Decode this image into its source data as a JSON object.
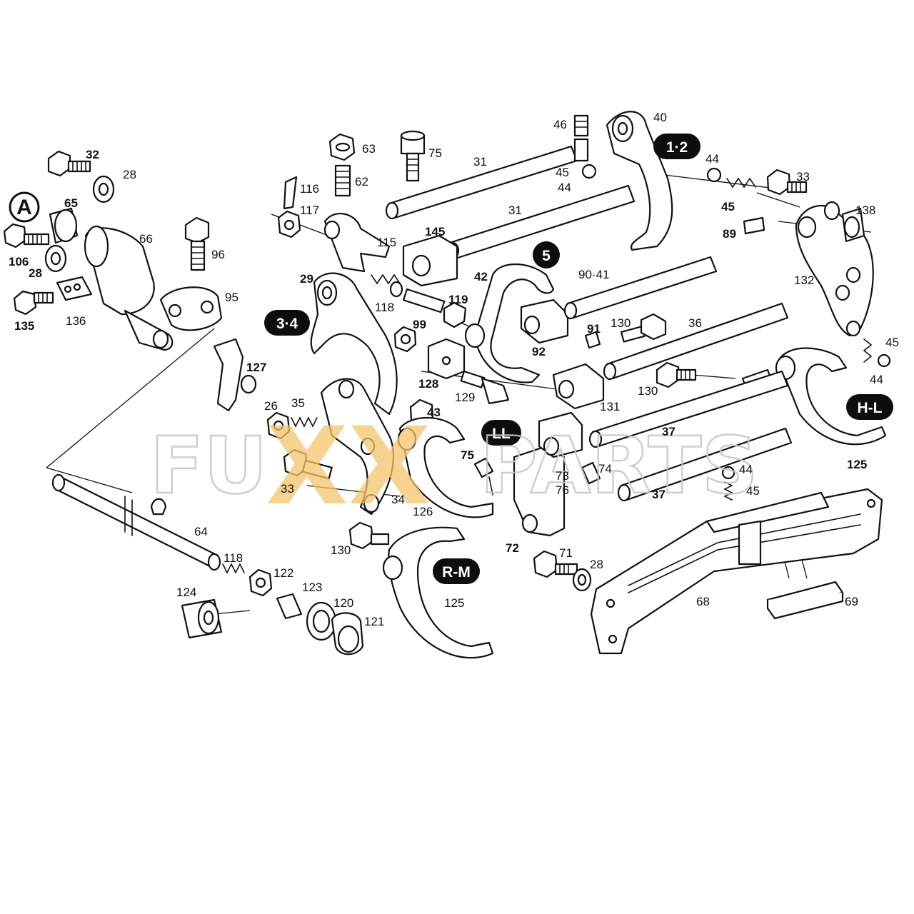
{
  "watermark": {
    "left": "FU",
    "mark": "XX",
    "right": "PARTS",
    "mark_color": "#f3c56b"
  },
  "circle_badges": [
    {
      "id": "A",
      "text": "A"
    },
    {
      "id": "5",
      "text": "5"
    }
  ],
  "gear_badges": [
    {
      "id": "12",
      "text": "1·2"
    },
    {
      "id": "34",
      "text": "3·4"
    },
    {
      "id": "ll",
      "text": "LL"
    },
    {
      "id": "hl",
      "text": "H-L"
    },
    {
      "id": "rm",
      "text": "R-M"
    }
  ],
  "part_labels": [
    "32",
    "28",
    "65",
    "66",
    "106",
    "28",
    "135",
    "136",
    "96",
    "95",
    "127",
    "116",
    "117",
    "63",
    "62",
    "75",
    "31",
    "31",
    "145",
    "115",
    "46",
    "45",
    "44",
    "40",
    "44",
    "45",
    "33",
    "138",
    "89",
    "132",
    "45",
    "44",
    "29",
    "118",
    "119",
    "99",
    "42",
    "90·41",
    "130",
    "91",
    "92",
    "36",
    "128",
    "129",
    "130",
    "131",
    "26",
    "35",
    "43",
    "75",
    "73",
    "76",
    "74",
    "37",
    "37",
    "44",
    "45",
    "126",
    "34",
    "33",
    "125",
    "64",
    "118",
    "122",
    "123",
    "124",
    "120",
    "121",
    "130",
    "72",
    "71",
    "28",
    "125",
    "68",
    "69"
  ]
}
